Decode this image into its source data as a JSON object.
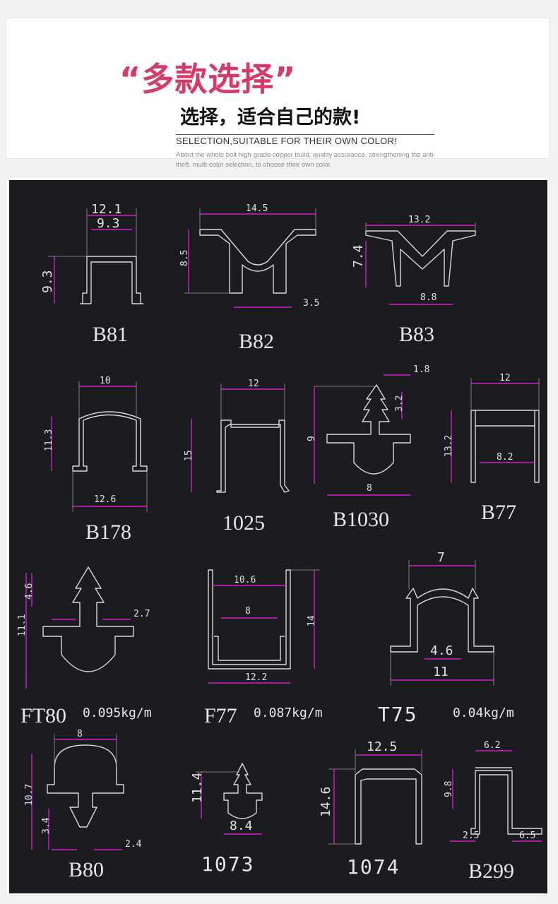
{
  "banner": {
    "title": "“多款选择”",
    "subtitle": "选择，适合自己的款!",
    "english": "SELECTION,SUITABLE FOR THEIR OWN COLOR!",
    "description": "About the whole bolt high-grade copper build, quality assurance, strengthening the anti-theft. multi-color selection, to choose their own color."
  },
  "colors": {
    "accent": "#d63a68",
    "dimension": "#d020c8",
    "panel": "#1b1c1f"
  },
  "profiles": [
    {
      "label": "B81",
      "dims": [
        "12.1",
        "9.3",
        "9.3"
      ]
    },
    {
      "label": "B82",
      "dims": [
        "14.5",
        "8.5",
        "3.5"
      ]
    },
    {
      "label": "B83",
      "dims": [
        "13.2",
        "7.4",
        "8.8"
      ]
    },
    {
      "label": "B178",
      "dims": [
        "10",
        "11.3",
        "12.6"
      ]
    },
    {
      "label": "1025",
      "dims": [
        "12",
        "15"
      ]
    },
    {
      "label": "B1030",
      "dims": [
        "1.8",
        "3.2",
        "9",
        "8"
      ]
    },
    {
      "label": "B77",
      "dims": [
        "12",
        "13.2",
        "8.2"
      ]
    },
    {
      "label": "FT80",
      "weight": "0.095kg/m",
      "dims": [
        "4.6",
        "11.1",
        "2.7"
      ]
    },
    {
      "label": "F77",
      "weight": "0.087kg/m",
      "dims": [
        "10.6",
        "8",
        "14",
        "12.2"
      ]
    },
    {
      "label": "T75",
      "weight": "0.04kg/m",
      "dims": [
        "7",
        "4.6",
        "11"
      ]
    },
    {
      "label": "B80",
      "dims": [
        "8",
        "10.7",
        "3.4",
        "2.4"
      ]
    },
    {
      "label": "1073",
      "dims": [
        "11.4",
        "8.4"
      ]
    },
    {
      "label": "1074",
      "dims": [
        "12.5",
        "14.6"
      ]
    },
    {
      "label": "B299",
      "dims": [
        "6.2",
        "9.8",
        "2.5",
        "6.5"
      ]
    }
  ]
}
